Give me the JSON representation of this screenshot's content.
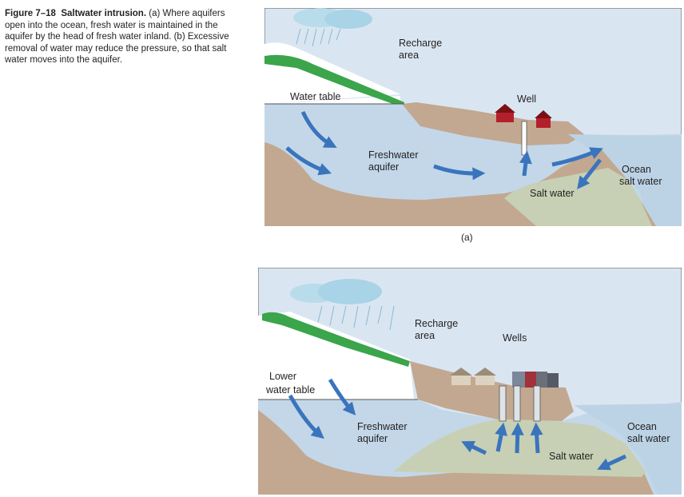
{
  "caption": {
    "figure_label": "Figure 7–18",
    "figure_title": "Saltwater intrusion.",
    "text": "(a) Where aquifers open into the ocean, fresh water is maintained in the aquifer by the head of fresh water inland. (b) Excessive removal of water may reduce the pressure, so that salt water moves into the aquifer."
  },
  "panel_a": {
    "sublabel": "(a)",
    "recharge_line1": "Recharge",
    "recharge_line2": "area",
    "water_table": "Water table",
    "well": "Well",
    "freshwater_line1": "Freshwater",
    "freshwater_line2": "aquifer",
    "salt_water": "Salt water",
    "ocean_line1": "Ocean",
    "ocean_line2": "salt water"
  },
  "panel_b": {
    "recharge_line1": "Recharge",
    "recharge_line2": "area",
    "wells": "Wells",
    "lower_line1": "Lower",
    "lower_line2": "water table",
    "freshwater_line1": "Freshwater",
    "freshwater_line2": "aquifer",
    "salt_water": "Salt water",
    "ocean_line1": "Ocean",
    "ocean_line2": "salt water"
  },
  "colors": {
    "sky": "#d9e6f2",
    "water": "#c3d7e8",
    "earth": "#c2a890",
    "salt": "#c7d0b4",
    "grass": "#3aa54a",
    "arrow": "#3a74bd",
    "house": "#b3202b"
  }
}
